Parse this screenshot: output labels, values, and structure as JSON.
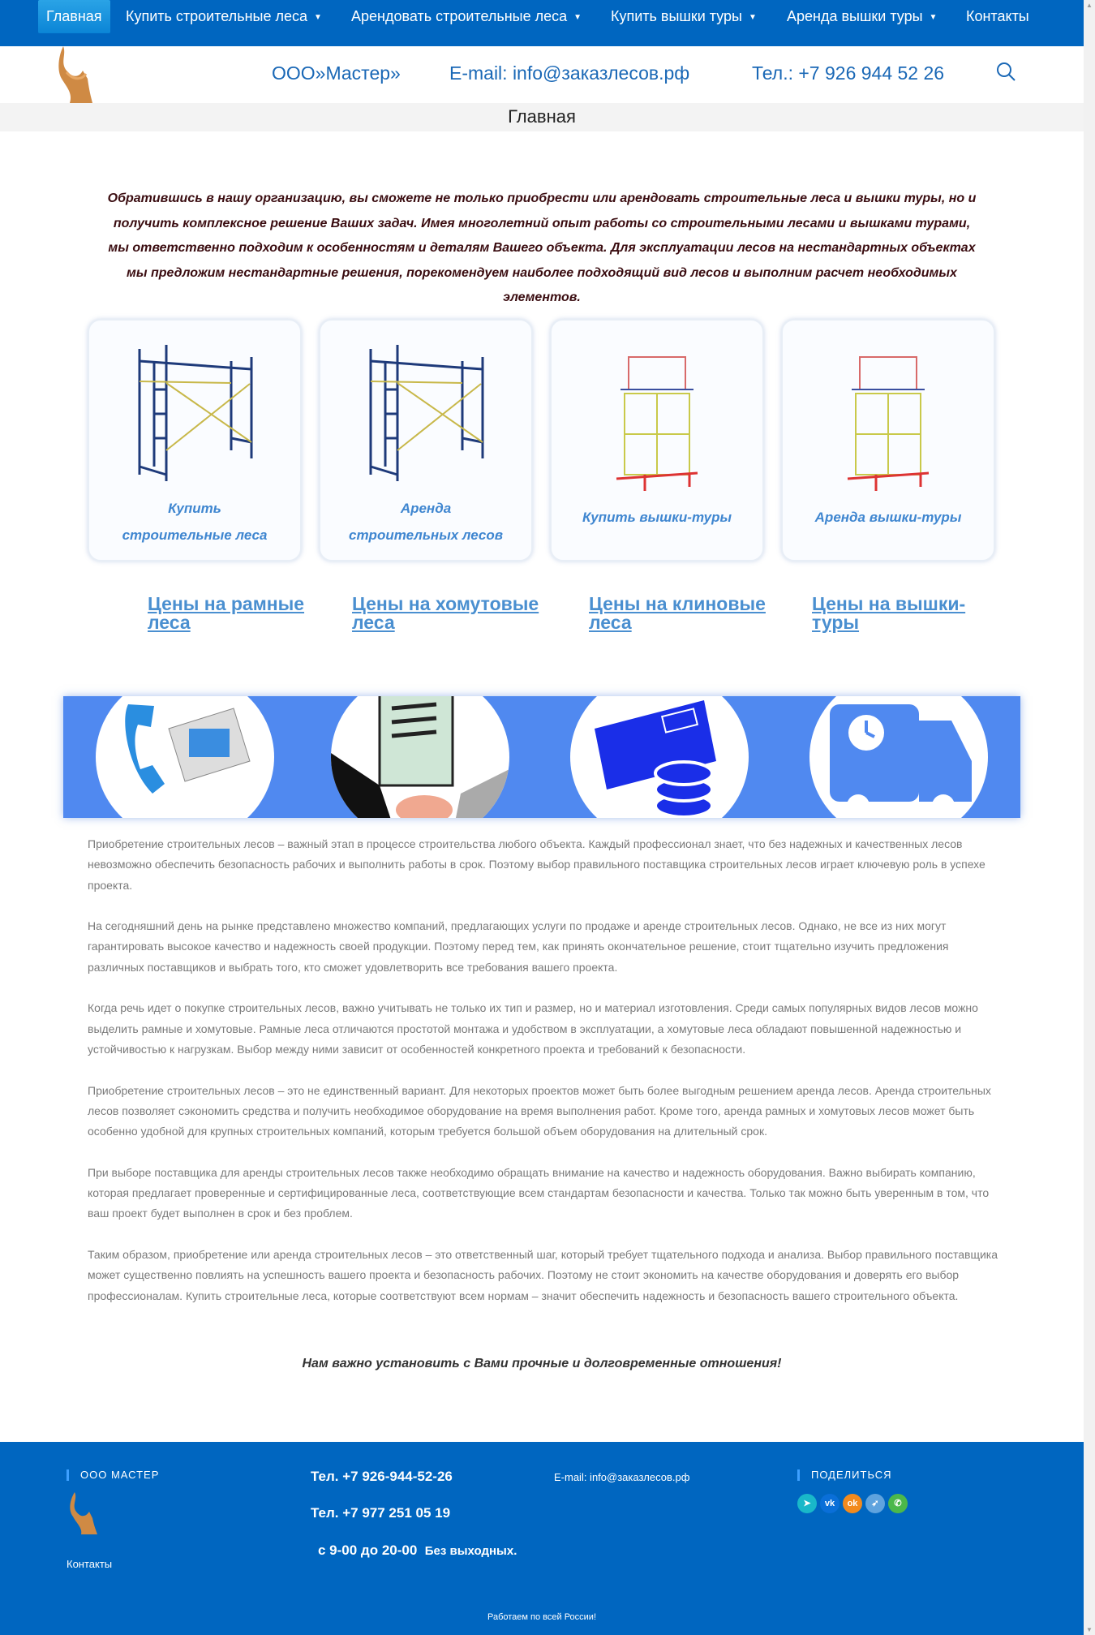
{
  "nav": {
    "items": [
      {
        "label": "Главная",
        "active": true,
        "caret": false
      },
      {
        "label": "Купить строительные леса",
        "caret": true
      },
      {
        "label": "Арендовать строительные леса",
        "caret": true
      },
      {
        "label": "Купить вышки туры",
        "caret": true
      },
      {
        "label": "Аренда вышки туры",
        "caret": true
      },
      {
        "label": "Контакты",
        "caret": false
      }
    ],
    "caret_glyph": "▼"
  },
  "header": {
    "company": "ООО»Мастер»",
    "email": "E-mail: info@заказлесов.рф",
    "phone": "Тел.: +7 926 944 52 26",
    "search_icon": "search-icon"
  },
  "page_title": "Главная",
  "intro": "Обратившись в нашу организацию, вы сможете не только приобрести или арендовать строительные леса и вышки туры, но и получить комплексное решение Ваших задач.  Имея многолетний опыт работы со строительными лесами и вышками турами, мы ответственно подходим к особенностям и деталям Вашего объекта.  Для эксплуатации лесов на нестандартных объектах мы предложим нестандартные решения, порекомендуем наиболее подходящий вид лесов и выполним расчет необходимых элементов.",
  "cards": [
    {
      "line1": "Купить",
      "line2": "строительные леса"
    },
    {
      "line1": "Аренда",
      "line2": "строительных лесов"
    },
    {
      "line1": "Купить вышки-туры"
    },
    {
      "line1": "Аренда вышки-туры"
    }
  ],
  "price_links": [
    "Цены на рамные леса",
    "Цены на хомутовые леса",
    "Цены на клиновые леса",
    "Цены на вышки-туры"
  ],
  "paragraphs": [
    "Приобретение строительных лесов – важный этап в процессе строительства любого объекта. Каждый профессионал знает, что без надежных и качественных лесов невозможно обеспечить безопасность рабочих и выполнить работы в срок. Поэтому выбор правильного поставщика строительных лесов играет ключевую роль в успехе проекта.",
    "На сегодняшний день на рынке представлено множество компаний, предлагающих услуги по продаже и аренде строительных лесов. Однако, не все из них могут гарантировать высокое качество и надежность своей продукции. Поэтому перед тем, как принять окончательное решение, стоит тщательно изучить предложения различных поставщиков и выбрать того, кто сможет удовлетворить все требования вашего проекта.",
    "Когда речь идет о покупке строительных лесов, важно учитывать не только их тип и размер, но и материал изготовления. Среди самых популярных видов лесов можно выделить рамные и хомутовые. Рамные леса отличаются простотой монтажа и удобством в эксплуатации, а хомутовые леса обладают повышенной надежностью и устойчивостью к нагрузкам. Выбор между ними зависит от особенностей конкретного проекта и требований к безопасности.",
    "Приобретение строительных лесов – это не единственный вариант. Для некоторых проектов может быть более выгодным решением аренда лесов. Аренда строительных лесов позволяет сэкономить средства и получить необходимое оборудование на время выполнения работ. Кроме того, аренда рамных и хомутовых лесов может быть особенно удобной для крупных строительных компаний, которым требуется большой объем оборудования на длительный срок.",
    "При выборе поставщика для аренды строительных лесов также необходимо обращать внимание на качество и надежность оборудования. Важно выбирать компанию, которая предлагает проверенные и сертифицированные леса, соответствующие всем стандартам безопасности и качества. Только так можно быть уверенным в том, что ваш проект будет выполнен в срок и без проблем.",
    "Таким образом, приобретение или аренда строительных лесов – это ответственный шаг, который требует тщательного подхода и анализа. Выбор правильного поставщика может существенно повлиять на успешность вашего проекта и безопасность рабочих. Поэтому не стоит экономить на качестве оборудования и доверять его выбор профессионалам. Купить строительные леса, которые соответствуют всем нормам – значит обеспечить надежность и безопасность вашего строительного объекта."
  ],
  "closing": "Нам важно установить с Вами прочные и долговременные отношения!",
  "footer": {
    "company_heading": "ООО МАСТЕР",
    "contacts_link": "Контакты",
    "phone1": "Тел. +7 926-944-52-26",
    "phone2": "Тел. +7 977 251 05 19",
    "hours": "с 9-00 до 20-00",
    "days": "Без выходных.",
    "email": "E-mail: info@заказлесов.рф",
    "share_heading": "ПОДЕЛИТЬСЯ",
    "social": [
      {
        "name": "share-icon",
        "glyph": "➤",
        "color": "#19b8c9"
      },
      {
        "name": "vk-icon",
        "glyph": "vk",
        "color": "#0a6fd8"
      },
      {
        "name": "odnoklassniki-icon",
        "glyph": "ok",
        "color": "#f28a1d"
      },
      {
        "name": "telegram-icon",
        "glyph": "➶",
        "color": "#5fa3de"
      },
      {
        "name": "whatsapp-icon",
        "glyph": "✆",
        "color": "#4cb84a"
      }
    ],
    "bottom_note": "Работаем по всей России!"
  },
  "colors": {
    "primary": "#0066c0",
    "link": "#4a8fd0",
    "banner": "#5089f0"
  }
}
